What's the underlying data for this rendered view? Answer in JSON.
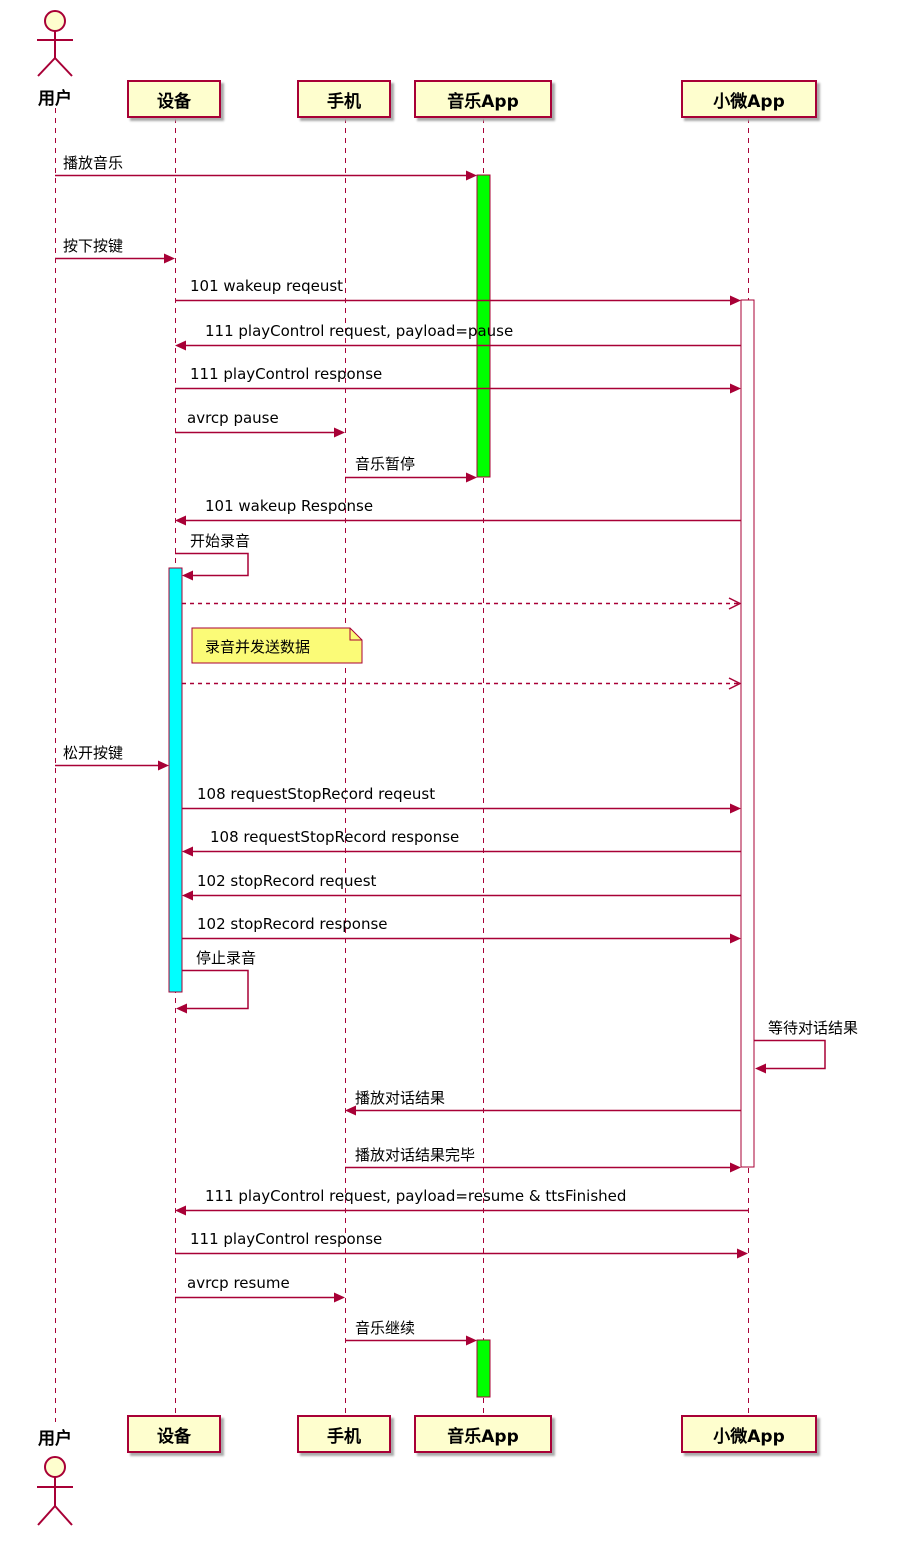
{
  "diagram": {
    "type": "sequence-diagram",
    "colors": {
      "accent": "#A80036",
      "participant_fill": "#FEFECE",
      "note_fill": "#FBFB77",
      "activation_green": "#00FF00",
      "activation_cyan": "#00FFFF",
      "activation_white": "#FFFFFF"
    },
    "actor": {
      "name": "用户"
    },
    "participants": [
      {
        "name": "设备"
      },
      {
        "name": "手机"
      },
      {
        "name": "音乐App"
      },
      {
        "name": "小微App"
      }
    ],
    "messages": [
      {
        "label": "播放音乐",
        "from": "用户",
        "to": "音乐App",
        "style": "solid"
      },
      {
        "label": "按下按键",
        "from": "用户",
        "to": "设备",
        "style": "solid"
      },
      {
        "label": "101 wakeup reqeust",
        "from": "设备",
        "to": "小微App",
        "style": "solid"
      },
      {
        "label": "111 playControl request, payload=pause",
        "from": "小微App",
        "to": "设备",
        "style": "solid"
      },
      {
        "label": "111 playControl response",
        "from": "设备",
        "to": "小微App",
        "style": "solid"
      },
      {
        "label": "avrcp pause",
        "from": "设备",
        "to": "手机",
        "style": "solid"
      },
      {
        "label": "音乐暂停",
        "from": "手机",
        "to": "音乐App",
        "style": "solid"
      },
      {
        "label": "101 wakeup Response",
        "from": "小微App",
        "to": "设备",
        "style": "solid"
      },
      {
        "label": "开始录音",
        "from": "设备",
        "to": "设备",
        "style": "self"
      },
      {
        "label": "",
        "from": "设备",
        "to": "小微App",
        "style": "dashed"
      },
      {
        "label": "",
        "from": "设备",
        "to": "小微App",
        "style": "dashed"
      },
      {
        "label": "松开按键",
        "from": "用户",
        "to": "设备",
        "style": "solid"
      },
      {
        "label": "108 requestStopRecord reqeust",
        "from": "设备",
        "to": "小微App",
        "style": "solid"
      },
      {
        "label": "108 requestStopRecord response",
        "from": "小微App",
        "to": "设备",
        "style": "solid"
      },
      {
        "label": "102 stopRecord request",
        "from": "小微App",
        "to": "设备",
        "style": "solid"
      },
      {
        "label": "102 stopRecord response",
        "from": "设备",
        "to": "小微App",
        "style": "solid"
      },
      {
        "label": "停止录音",
        "from": "设备",
        "to": "设备",
        "style": "self"
      },
      {
        "label": "等待对话结果",
        "from": "小微App",
        "to": "小微App",
        "style": "self"
      },
      {
        "label": "播放对话结果",
        "from": "小微App",
        "to": "手机",
        "style": "solid"
      },
      {
        "label": "播放对话结果完毕",
        "from": "手机",
        "to": "小微App",
        "style": "solid"
      },
      {
        "label": "111 playControl request, payload=resume & ttsFinished",
        "from": "小微App",
        "to": "设备",
        "style": "solid"
      },
      {
        "label": "111 playControl response",
        "from": "设备",
        "to": "小微App",
        "style": "solid"
      },
      {
        "label": "avrcp resume",
        "from": "设备",
        "to": "手机",
        "style": "solid"
      },
      {
        "label": "音乐继续",
        "from": "手机",
        "to": "音乐App",
        "style": "solid"
      }
    ],
    "note": {
      "text": "录音并发送数据",
      "at": "设备"
    }
  }
}
